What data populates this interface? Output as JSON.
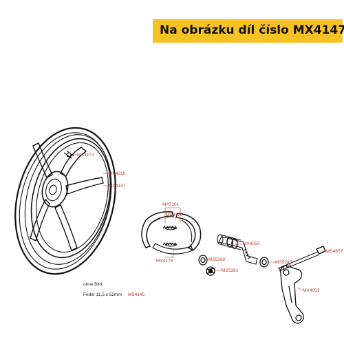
{
  "header": {
    "title": "Na obrázku díl číslo MX4147",
    "background": "#f6c223"
  },
  "label_color": "#c0392b",
  "parts": {
    "ma3472": "MA3472",
    "mx4210": "MX4210",
    "mx4147": "MX4147",
    "ma7101": "MA7101",
    "mx4176": "MX4176",
    "mx4178": "MX4178",
    "mx4050": "MX4050",
    "ms5282": "MS5282",
    "ms5281": "MS5281",
    "ms5283": "MS5283",
    "ms4657": "MS4657",
    "mx4051": "MX4051"
  },
  "notes": {
    "without_image": "ohne Bild:",
    "spring_label": "Feder 11,5 x 52mm",
    "spring_part": "MS4145"
  },
  "icons": [
    "wheel-drawing",
    "brake-shoes-drawing",
    "axle-drawing",
    "nut-drawing",
    "washer-drawing",
    "bolt-drawing",
    "brake-arm-drawing"
  ]
}
